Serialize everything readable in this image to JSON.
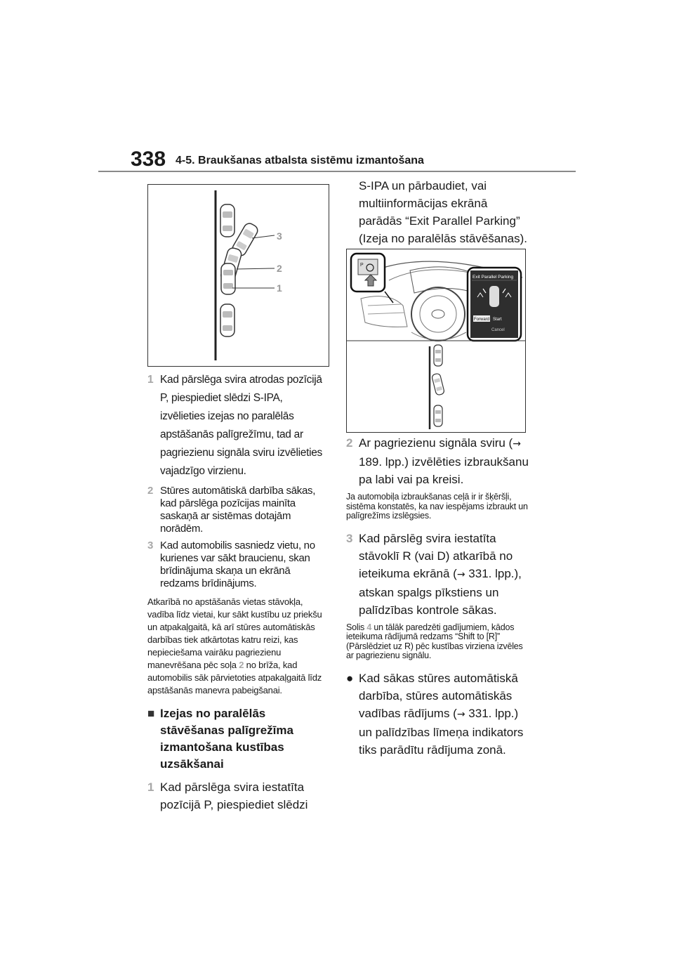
{
  "header": {
    "page_number": "338",
    "section_title": "4-5. Braukšanas atbalsta sistēmu izmantošana"
  },
  "figure1": {
    "callout_3": "3",
    "callout_2": "2",
    "callout_1": "1"
  },
  "figure2": {
    "screen_title": "Exit Parallel Parking",
    "button_forward": "Forward",
    "button_start": "Start",
    "button_cancel": "Cancel"
  },
  "left_column": {
    "step1_num": "1",
    "step1_text": "Kad pārslēga svira atrodas pozīcijā P, piespiediet slēdzi S-IPA, izvēlieties izejas no paralēlās apstāšanās palīgrežīmu, tad ar pagriezienu signāla sviru izvēlieties vajadzīgo virzienu.",
    "step2_num": "2",
    "step2_text": "Stūres automātiskā darbība sākas, kad pārslēga pozīcijas mainīta saskaņā ar sistēmas dotajām norādēm.",
    "step3_num": "3",
    "step3_text": "Kad automobilis sasniedz vietu, no kurienes var sākt braucienu, skan brīdinājuma skaņa un ekrānā redzams brīdinājums.",
    "note_part1": "Atkarībā no apstāšanās vietas stāvokļa, vadība līdz vietai, kur sākt kustību uz priekšu un atpakaļgaitā, kā arī stūres automātiskās darbības tiek atkārtotas katru reizi, kas nepieciešama vairāku pagriezienu manevrēšana pēc soļa ",
    "note_num": "2",
    "note_part2": " no brīža, kad automobilis sāk pārvietoties atpakaļgaitā līdz apstāšanās manevra pabeigšanai.",
    "subhead_marker": "■",
    "subhead": "Izejas no paralēlās stāvēšanas palīgrežīma izmantošana kustības uzsākšanai",
    "stepB1_num": "1",
    "stepB1_text": "Kad pārslēga svira iestatīta pozīcijā P, piespiediet slēdzi"
  },
  "right_column": {
    "cont_text": "S-IPA un pārbaudiet, vai multiinformācijas ekrānā parādās “Exit Parallel Parking” (Izeja no paralēlās stāvēšanas).",
    "step2_num": "2",
    "step2_before": "Ar pagriezienu signāla sviru (",
    "arrow": "→",
    "step2_after": " 189. lpp.) izvēlēties izbraukšanu pa labi vai pa kreisi.",
    "note1": "Ja automobiļa izbraukšanas ceļā ir ir šķēršļi, sistēma konstatēs, ka nav iespējams izbraukt un palīgrežīms izslēgsies.",
    "step3_num": "3",
    "step3_before": "Kad pārslēg svira iestatīta stāvoklī R (vai D) atkarībā no ieteikuma ekrānā (",
    "step3_after": " 331. lpp.), atskan spalgs pīkstiens un palīdzības kontrole sākas.",
    "note2_part1": "Solis ",
    "note2_num": "4",
    "note2_part2": " un tālāk paredzēti gadījumiem, kādos ieteikuma rādījumā redzams “Shift to [R]” (Pārslēdziet uz R) pēc kustības virziena izvēles ar pagriezienu signālu.",
    "bullet_marker": "●",
    "bullet_before": "Kad sākas stūres automātiskā darbība, stūres automātiskās vadības rādījums (",
    "bullet_after": " 331. lpp.) un palīdzības līmeņa indikators tiks parādītu rādījuma zonā."
  }
}
